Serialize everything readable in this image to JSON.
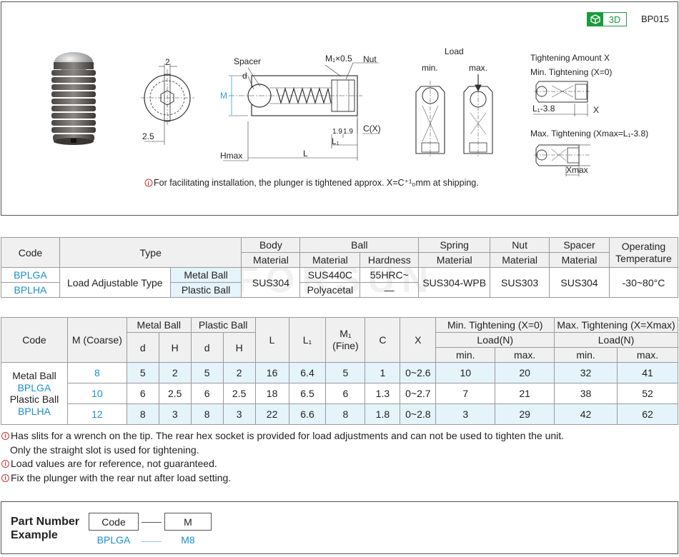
{
  "header": {
    "badge_3d": "3D",
    "product_code": "BP015"
  },
  "drawing": {
    "spacer": "Spacer",
    "d": "d",
    "m1": "M₁×0.5",
    "nut": "Nut",
    "m": "M",
    "dim_2_top": "2",
    "dim_2_5": "2.5",
    "dim_19a": "1.9",
    "dim_19b": "1.9",
    "cx": "C(X)",
    "l1": "L₁",
    "hmax": "Hmax",
    "l": "L",
    "load": "Load",
    "min": "min.",
    "max": "max.",
    "tight_title": "Tightening Amount X",
    "tight_min": "Min. Tightening (X=0)",
    "l1_38": "L₁-3.8",
    "x": "X",
    "tight_max": "Max. Tightening (Xmax=L₁-3.8)",
    "xmax": "Xmax",
    "note": "For facilitating installation, the plunger is tightened approx. X=C⁺¹₀mm at shipping."
  },
  "spec_table": {
    "headers": {
      "code": "Code",
      "type": "Type",
      "body": "Body",
      "ball": "Ball",
      "spring": "Spring",
      "nut": "Nut",
      "spacer": "Spacer",
      "operating_temp": "Operating Temperature",
      "material": "Material",
      "hardness": "Hardness"
    },
    "rows": [
      {
        "code": "BPLGA",
        "type": "Load Adjustable Type",
        "ball_type": "Metal Ball",
        "body_material": "SUS304",
        "ball_material": "SUS440C",
        "ball_hardness": "55HRC~",
        "spring_material": "SUS304-WPB",
        "nut_material": "SUS303",
        "spacer_material": "SUS304",
        "temp": "-30~80°C"
      },
      {
        "code": "BPLHA",
        "ball_type": "Plastic Ball",
        "ball_material": "Polyacetal",
        "ball_hardness": "—"
      }
    ]
  },
  "dim_table": {
    "headers": {
      "code": "Code",
      "m_coarse": "M (Coarse)",
      "metal_ball": "Metal Ball",
      "plastic_ball": "Plastic Ball",
      "d": "d",
      "h": "H",
      "l": "L",
      "l1": "L₁",
      "m1_fine": "M₁ (Fine)",
      "c": "C",
      "x": "X",
      "min_tight": "Min. Tightening (X=0)",
      "max_tight": "Max. Tightening (X=Xmax)",
      "load": "Load(N)",
      "min": "min.",
      "max": "max."
    },
    "code_cell": {
      "metal_label": "Metal Ball",
      "metal_code": "BPLGA",
      "plastic_label": "Plastic Ball",
      "plastic_code": "BPLHA"
    },
    "rows": [
      {
        "m": "8",
        "md": "5",
        "mh": "2",
        "pd": "5",
        "ph": "2",
        "l": "16",
        "l1": "6.4",
        "m1": "5",
        "c": "1",
        "x": "0~2.6",
        "min_min": "10",
        "min_max": "20",
        "max_min": "32",
        "max_max": "41"
      },
      {
        "m": "10",
        "md": "6",
        "mh": "2.5",
        "pd": "6",
        "ph": "2.5",
        "l": "18",
        "l1": "6.5",
        "m1": "6",
        "c": "1.3",
        "x": "0~2.7",
        "min_min": "7",
        "min_max": "21",
        "max_min": "38",
        "max_max": "52"
      },
      {
        "m": "12",
        "md": "8",
        "mh": "3",
        "pd": "8",
        "ph": "3",
        "l": "22",
        "l1": "6.6",
        "m1": "8",
        "c": "1.8",
        "x": "0~2.8",
        "min_min": "3",
        "min_max": "29",
        "max_min": "42",
        "max_max": "62"
      }
    ]
  },
  "notes": {
    "n1": "Has slits for a wrench on the tip. The rear hex socket is provided for load adjustments and can not be used to tighten the unit.",
    "n1b": "Only the straight slot is used for tightening.",
    "n2": "Load values are for reference, not guaranteed.",
    "n3": "Fix the plunger with the rear nut after load setting."
  },
  "part_number": {
    "title_line1": "Part Number",
    "title_line2": "Example",
    "code_label": "Code",
    "m_label": "M",
    "code_value": "BPLGA",
    "m_value": "M8"
  },
  "watermark": "FORSUN",
  "colors": {
    "accent_blue": "#1a8fd0",
    "light_blue_row": "#e5f3fb",
    "green_3d": "#1a9b3c",
    "note_red": "#cc3333"
  }
}
